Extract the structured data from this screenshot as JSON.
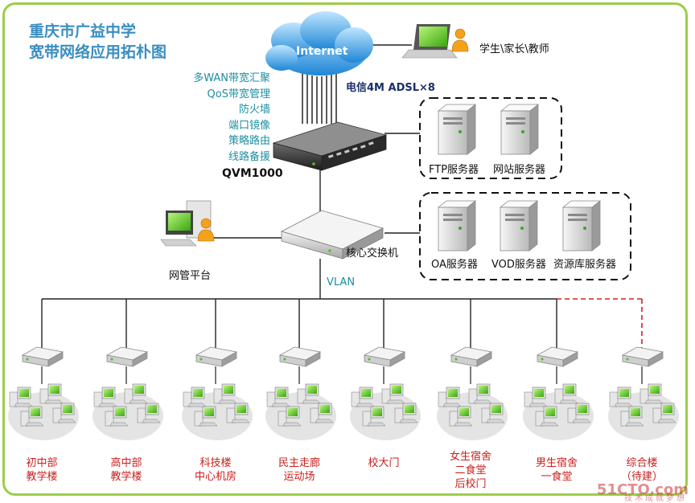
{
  "title": {
    "line1": "重庆市广益中学",
    "line2": "宽带网络应用拓朴图"
  },
  "internet": {
    "label": "Internet",
    "link_label": "电信4M ADSL×8"
  },
  "users": {
    "label": "学生\\家长\\教师"
  },
  "gateway": {
    "name": "QVM1000",
    "features": [
      "多WAN带宽汇聚",
      "QoS带宽管理",
      "防火墙",
      "端口镜像",
      "策略路由",
      "线路备援"
    ]
  },
  "server_group_top": [
    {
      "label": "FTP服务器"
    },
    {
      "label": "网站服务器"
    }
  ],
  "server_group_bottom": [
    {
      "label": "OA服务器"
    },
    {
      "label": "VOD服务器"
    },
    {
      "label": "资源库服务器"
    }
  ],
  "core_switch": {
    "label": "核心交换机",
    "vlan_label": "VLAN"
  },
  "admin": {
    "label": "网管平台"
  },
  "buildings": [
    {
      "lines": [
        "初中部",
        "教学楼"
      ]
    },
    {
      "lines": [
        "高中部",
        "教学楼"
      ]
    },
    {
      "lines": [
        "科技楼",
        "中心机房"
      ]
    },
    {
      "lines": [
        "民主走廊",
        "运动场"
      ]
    },
    {
      "lines": [
        "校大门"
      ]
    },
    {
      "lines": [
        "女生宿舍",
        "二食堂",
        "后校门"
      ]
    },
    {
      "lines": [
        "男生宿舍",
        "一食堂"
      ]
    },
    {
      "lines": [
        "综合楼",
        "（待建）"
      ],
      "planned": true
    }
  ],
  "watermark": {
    "line1": "51CTO.com",
    "line2": "技术成就梦想"
  },
  "colors": {
    "frame": "#9ccd4a",
    "title": "#3a8ec0",
    "feature_text": "#1e8ea0",
    "building_label": "#c8201c",
    "planned_link": "#d42020"
  }
}
